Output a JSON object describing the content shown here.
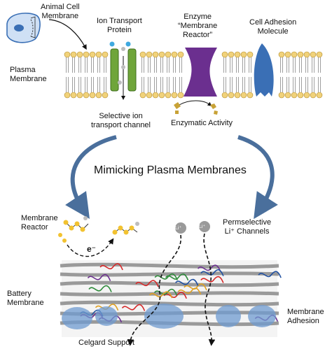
{
  "top_labels": {
    "animal_cell": [
      "Animal Cell",
      "Membrane"
    ],
    "ion_transport": [
      "Ion Transport",
      "Protein"
    ],
    "enzyme": [
      "Enzyme",
      "“Membrane",
      "Reactor”"
    ],
    "adhesion_molecule": [
      "Cell Adhesion",
      "Molecule"
    ],
    "plasma_membrane": [
      "Plasma",
      "Membrane"
    ],
    "selective_channel": [
      "Selective ion",
      "transport channel"
    ],
    "enzymatic_activity": "Enzymatic Activity"
  },
  "center_title": "Mimicking Plasma Membranes",
  "bottom_labels": {
    "membrane_reactor": [
      "Membrane",
      "Reactor"
    ],
    "electron": "e⁻",
    "permselective": [
      "Permselective",
      "Li⁺ Channels"
    ],
    "li_ion": "Li⁺",
    "battery_membrane": [
      "Battery",
      "Membrane"
    ],
    "membrane_adhesion": [
      "Membrane",
      "Adhesion"
    ],
    "celgard": "Celgard Support"
  },
  "colors": {
    "lipid_head": "#f1d27a",
    "ion_protein": "#6fa53a",
    "enzyme": "#6b2f8f",
    "adhesion": "#3a6fb5",
    "arrow": "#4a6f9c",
    "fiber": "#8a8a8a",
    "blob": "#6f9bd0"
  },
  "icons": [
    "cell-icon",
    "ion-channel-icon",
    "enzyme-icon",
    "adhesion-molecule-icon",
    "lithium-ion-icon",
    "electron-arrow-icon"
  ]
}
